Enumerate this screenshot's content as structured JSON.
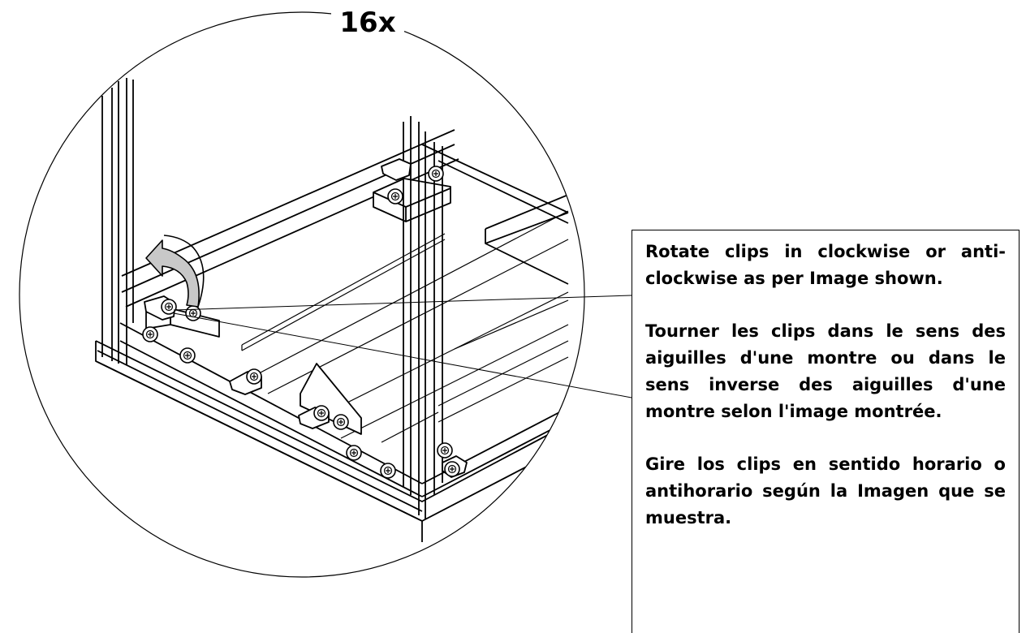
{
  "callout": {
    "count": "16x"
  },
  "instructions": {
    "english": "Rotate clips in clockwise or anti-clockwise as per Image shown.",
    "french": "Tourner les clips dans le sens des aiguilles d'une montre ou dans le sens inverse des aiguilles d'une montre selon l'image montrée.",
    "spanish": "Gire los clips en sentido horario o antihorario según la Imagen que se muestra."
  },
  "icons": {
    "rotation_arrow": "rotate-arrow-icon",
    "clip": "clip-icon",
    "screw": "screw-icon"
  },
  "colors": {
    "line": "#000000",
    "arrow_fill": "#c8c8c8",
    "background": "#ffffff"
  }
}
